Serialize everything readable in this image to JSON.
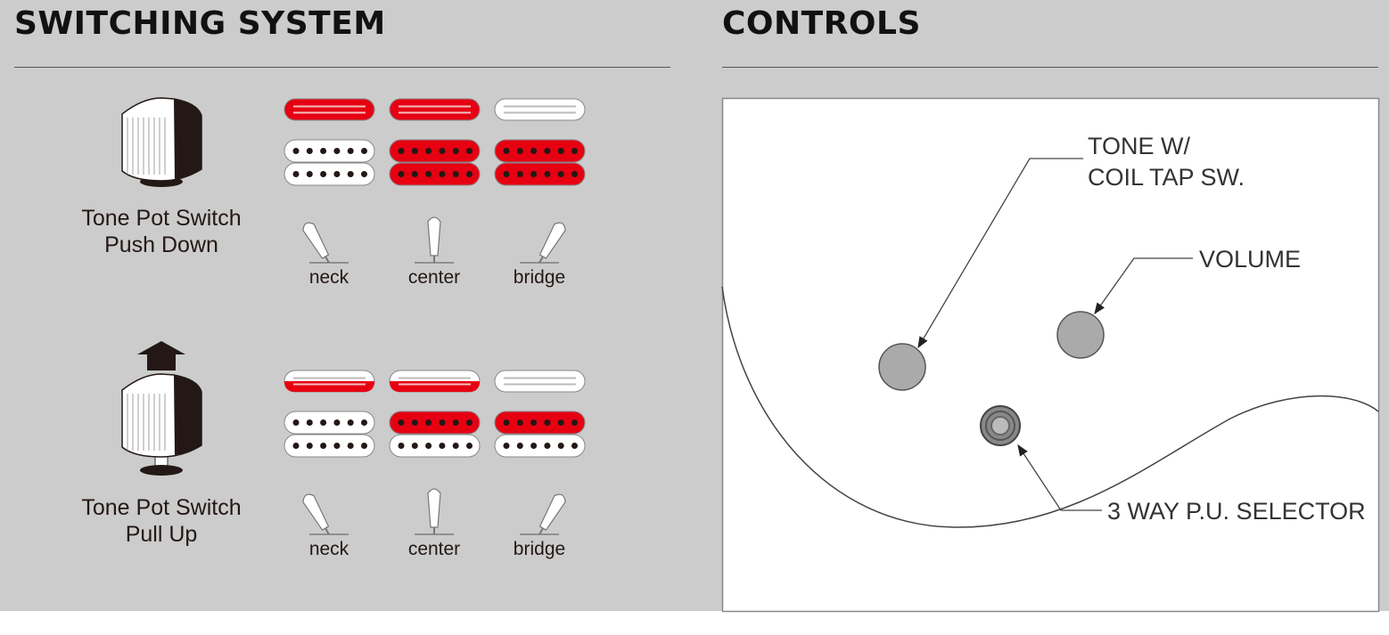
{
  "switching": {
    "title": "SWITCHING SYSTEM",
    "modes": [
      {
        "label_line1": "Tone Pot Switch",
        "label_line2": "Push Down",
        "state": "down",
        "positions": [
          {
            "name": "neck",
            "single": "red",
            "hum_top": "white",
            "hum_bottom": "white",
            "lever": "left"
          },
          {
            "name": "center",
            "single": "red",
            "hum_top": "red",
            "hum_bottom": "red",
            "lever": "center"
          },
          {
            "name": "bridge",
            "single": "white",
            "hum_top": "red",
            "hum_bottom": "red",
            "lever": "right"
          }
        ]
      },
      {
        "label_line1": "Tone Pot Switch",
        "label_line2": "Pull Up",
        "state": "up",
        "positions": [
          {
            "name": "neck",
            "single": "half",
            "hum_top": "white",
            "hum_bottom": "white",
            "lever": "left"
          },
          {
            "name": "center",
            "single": "half",
            "hum_top": "red",
            "hum_bottom": "white",
            "lever": "center"
          },
          {
            "name": "bridge",
            "single": "white",
            "hum_top": "red",
            "hum_bottom": "white",
            "lever": "right"
          }
        ]
      }
    ]
  },
  "controls": {
    "title": "CONTROLS",
    "tone_line1": "TONE W/",
    "tone_line2": "COIL TAP SW.",
    "volume": "VOLUME",
    "selector": "3 WAY P.U. SELECTOR"
  },
  "colors": {
    "red": "#e60012",
    "white": "#ffffff",
    "background": "#cccccc",
    "knob": "#aaaaaa"
  }
}
